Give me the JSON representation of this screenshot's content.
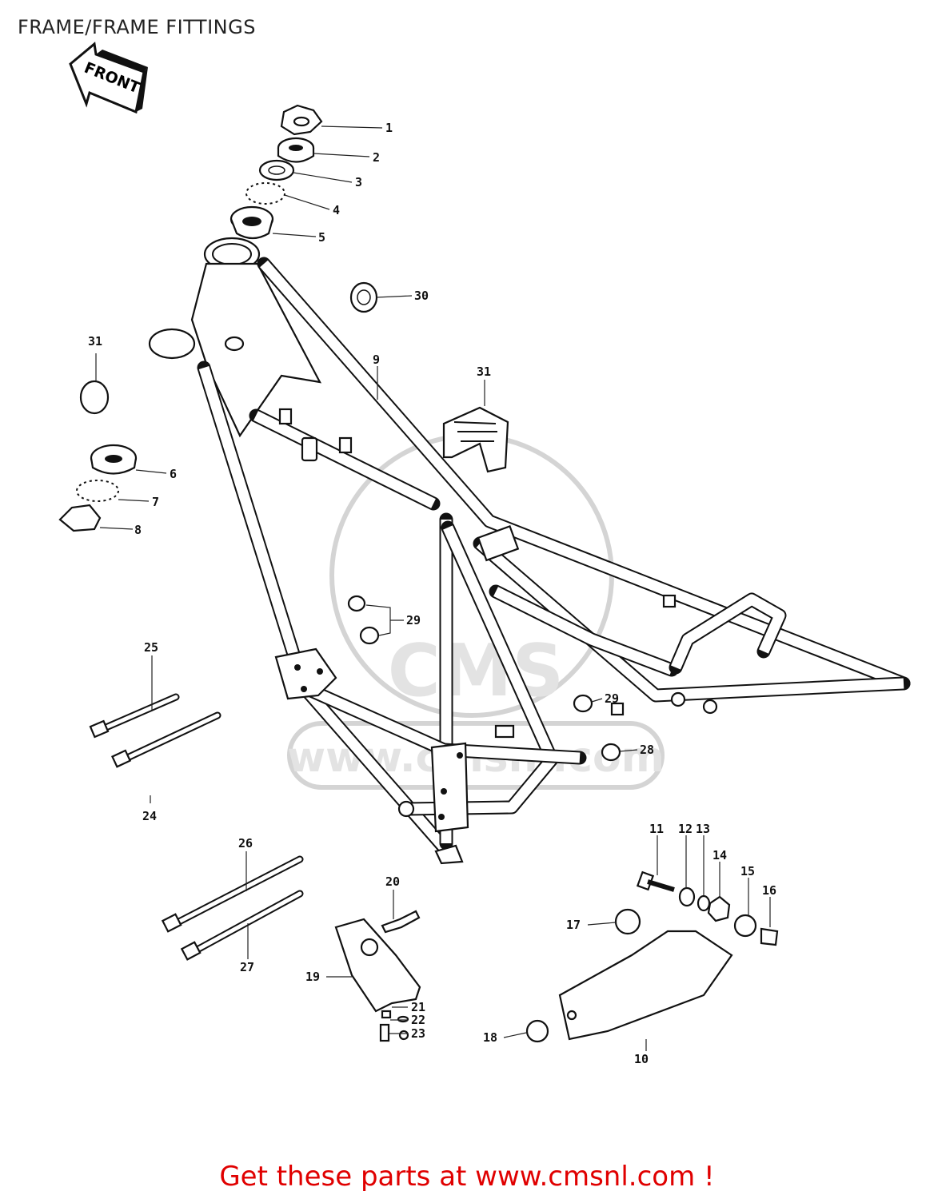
{
  "header": {
    "title": "FRAME/FRAME FITTINGS"
  },
  "front_tag": "FRONT",
  "watermark": {
    "logo": "CMS",
    "url": "www.cmsnl.com"
  },
  "callouts": [
    {
      "id": "c1",
      "label": "1"
    },
    {
      "id": "c2",
      "label": "2"
    },
    {
      "id": "c3",
      "label": "3"
    },
    {
      "id": "c4",
      "label": "4"
    },
    {
      "id": "c5",
      "label": "5"
    },
    {
      "id": "c6",
      "label": "6"
    },
    {
      "id": "c7",
      "label": "7"
    },
    {
      "id": "c8",
      "label": "8"
    },
    {
      "id": "c9",
      "label": "9"
    },
    {
      "id": "c10",
      "label": "10"
    },
    {
      "id": "c11",
      "label": "11"
    },
    {
      "id": "c12",
      "label": "12"
    },
    {
      "id": "c13",
      "label": "13"
    },
    {
      "id": "c14",
      "label": "14"
    },
    {
      "id": "c15",
      "label": "15"
    },
    {
      "id": "c16",
      "label": "16"
    },
    {
      "id": "c17",
      "label": "17"
    },
    {
      "id": "c18",
      "label": "18"
    },
    {
      "id": "c19",
      "label": "19"
    },
    {
      "id": "c20",
      "label": "20"
    },
    {
      "id": "c21",
      "label": "21"
    },
    {
      "id": "c22",
      "label": "22"
    },
    {
      "id": "c23",
      "label": "23"
    },
    {
      "id": "c24",
      "label": "24"
    },
    {
      "id": "c25",
      "label": "25"
    },
    {
      "id": "c26",
      "label": "26"
    },
    {
      "id": "c27",
      "label": "27"
    },
    {
      "id": "c28",
      "label": "28"
    },
    {
      "id": "c29a",
      "label": "29"
    },
    {
      "id": "c29b",
      "label": "29"
    },
    {
      "id": "c30",
      "label": "30"
    },
    {
      "id": "c31a",
      "label": "31"
    },
    {
      "id": "c31b",
      "label": "31"
    }
  ],
  "cta": {
    "text": "Get these parts at www.cmsnl.com !",
    "color": "#e00000"
  }
}
